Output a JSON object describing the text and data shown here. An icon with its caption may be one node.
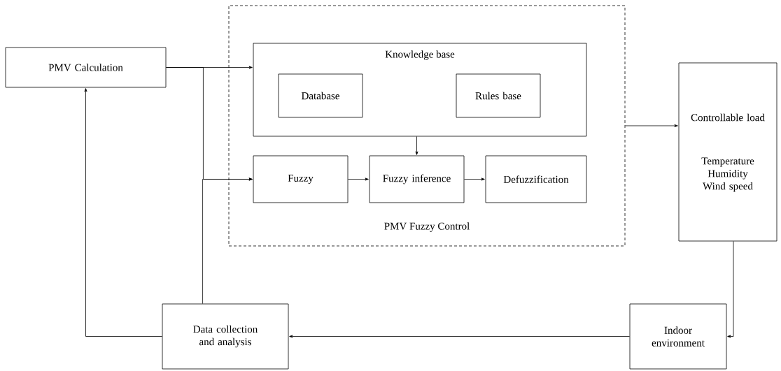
{
  "diagram": {
    "nodes": [
      {
        "text": [
          "PMV Calculation"
        ]
      },
      {
        "text": [
          "PMV Fuzzy Control"
        ]
      },
      {
        "text": [
          "Knowledge base"
        ],
        "in": 1
      },
      {
        "text": [
          "Database"
        ],
        "in": 2
      },
      {
        "text": [
          "Rules base"
        ],
        "in": 2
      },
      {
        "text": [
          "Fuzzy"
        ],
        "in": 1
      },
      {
        "text": [
          "Fuzzy inference"
        ],
        "in": 1
      },
      {
        "text": [
          "Defuzzification"
        ],
        "in": 1
      },
      {
        "text": [
          "Controllable load",
          "Temperature Humidity Wind speed"
        ]
      },
      {
        "text": [
          "Indoor environment"
        ]
      },
      {
        "text": [
          "Data collection and analysis"
        ]
      }
    ],
    "edges": [
      {
        "from": 0,
        "to": 2,
        "arrow": "to"
      },
      {
        "from": 0,
        "to": 5,
        "arrow": "to"
      },
      {
        "from": 10,
        "to": 5,
        "arrow": "to"
      },
      {
        "from": 2,
        "to": 6,
        "arrow": "to"
      },
      {
        "from": 5,
        "to": 6,
        "arrow": "to"
      },
      {
        "from": 6,
        "to": 7,
        "arrow": "to"
      },
      {
        "from": 1,
        "to": 8,
        "arrow": "to"
      },
      {
        "from": 8,
        "to": 9,
        "arrow": "to"
      },
      {
        "from": 9,
        "to": 10,
        "arrow": "to"
      },
      {
        "from": 10,
        "to": 0,
        "arrow": "to"
      }
    ]
  }
}
